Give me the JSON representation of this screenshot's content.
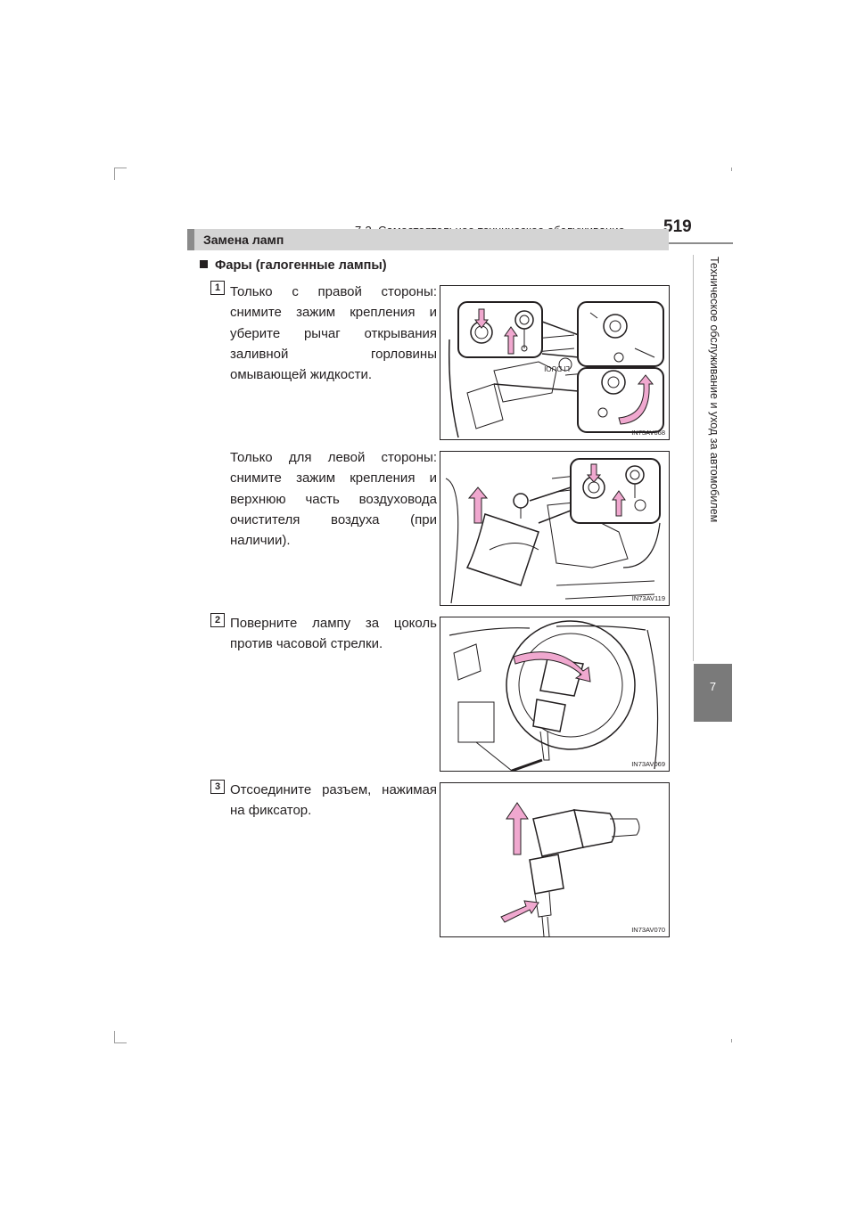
{
  "header": {
    "section_title": "7-3. Самостоятельное техническое обслуживание",
    "page_number": "519"
  },
  "side_tab": {
    "chapter_title": "Техническое обслуживание и уход за автомобилем",
    "chapter_number": "7"
  },
  "section": {
    "title": "Замена ламп",
    "subheading": "Фары (галогенные лампы)"
  },
  "steps": [
    {
      "number": "1",
      "paragraphs": [
        {
          "text": "Только с правой стороны: снимите зажим крепления и уберите рычаг открывания заливной горловины омывающей жидкости.",
          "figure_code": "IN73AV068"
        },
        {
          "text": "Только для левой стороны: снимите зажим крепления и верхнюю часть воздуховода очистителя воздуха (при наличии).",
          "figure_code": "IN73AV119"
        }
      ]
    },
    {
      "number": "2",
      "paragraphs": [
        {
          "text": "Поверните лампу за цоколь против часовой стрелки.",
          "figure_code": "IN73AV069"
        }
      ]
    },
    {
      "number": "3",
      "paragraphs": [
        {
          "text": "Отсоедините разъем, нажимая на фиксатор.",
          "figure_code": "IN73AV070"
        }
      ]
    }
  ],
  "colors": {
    "arrow_fill": "#f0a8cf",
    "arrow_stroke": "#231f20",
    "chapter_tab": "#7a7a7a",
    "section_bar": "#d4d4d4"
  }
}
